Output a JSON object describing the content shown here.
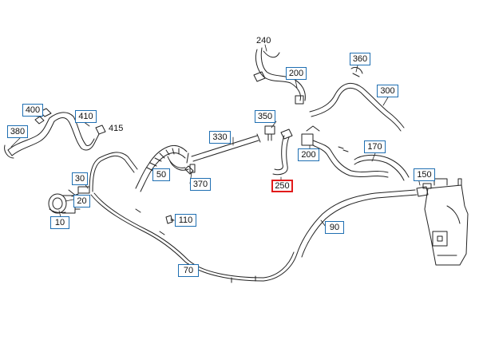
{
  "callouts": {
    "c10": "10",
    "c20": "20",
    "c30": "30",
    "c50": "50",
    "c70": "70",
    "c90": "90",
    "c110": "110",
    "c150": "150",
    "c170": "170",
    "c200a": "200",
    "c200b": "200",
    "c250": "250",
    "c300": "300",
    "c330": "330",
    "c350": "350",
    "c360": "360",
    "c370": "370",
    "c380": "380",
    "c400": "400",
    "c410": "410"
  },
  "plain_labels": {
    "p240": "240",
    "p415": "415"
  },
  "selected_callout": "250",
  "colors": {
    "callout_border": "#1f6fb2",
    "selected_border": "#e21b1b",
    "line": "#222222"
  }
}
